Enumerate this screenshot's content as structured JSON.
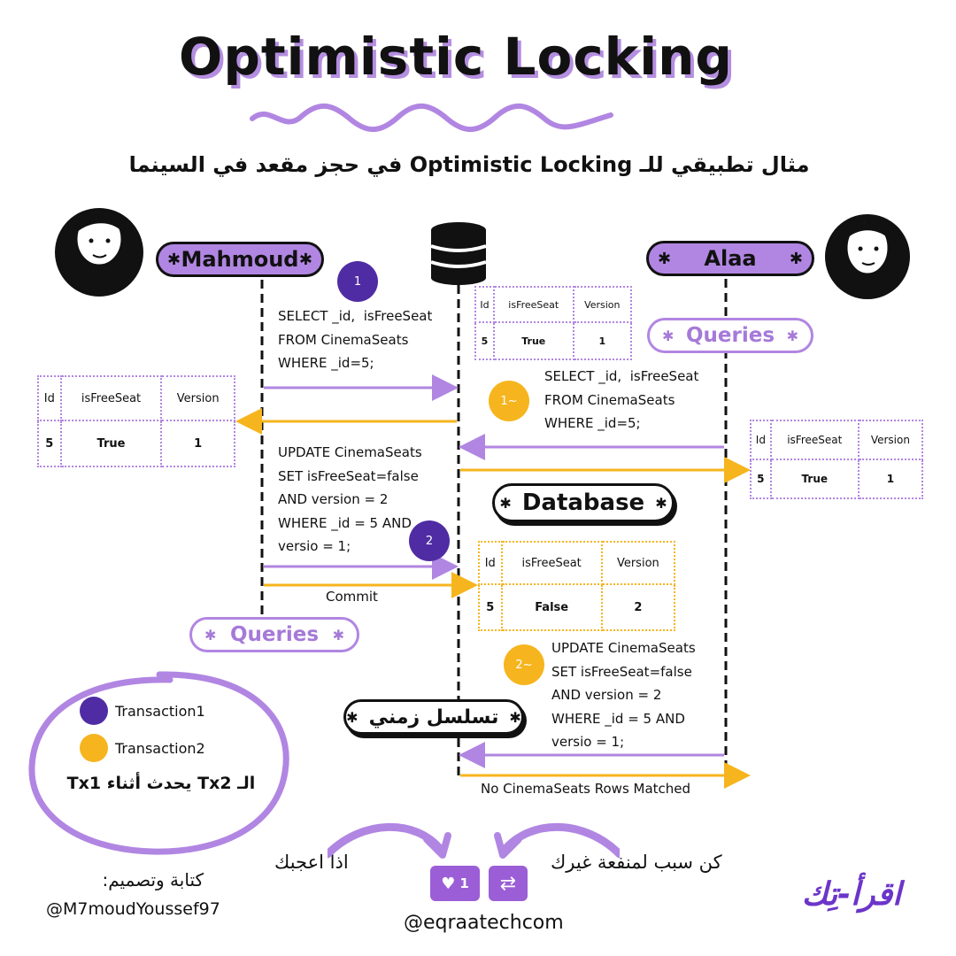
{
  "title": "Optimistic Locking",
  "subtitle": "مثال تطبيقي للـ Optimistic Locking في حجز مقعد في السينما",
  "actors": {
    "left": "Mahmoud",
    "right": "Alaa"
  },
  "labels": {
    "queries": "Queries",
    "database": "Database",
    "timeline": "تسلسل زمني",
    "commit": "Commit",
    "no_rows": "No CinemaSeats Rows Matched"
  },
  "steps": {
    "tx1_read": "1",
    "tx1_update": "2",
    "tx2_read": "1~",
    "tx2_update": "2~"
  },
  "tx1_select": "SELECT _id,  isFreeSeat\nFROM CinemaSeats\nWHERE _id=5;",
  "tx1_update": "UPDATE CinemaSeats\nSET isFreeSeat=false\nAND version = 2\nWHERE _id = 5 AND\nversio = 1;",
  "tx2_select": "SELECT _id,  isFreeSeat\nFROM CinemaSeats\nWHERE _id=5;",
  "tx2_update": "UPDATE CinemaSeats\nSET isFreeSeat=false\nAND version = 2\nWHERE _id = 5 AND\nversio = 1;",
  "table_headers": [
    "Id",
    "isFreeSeat",
    "Version"
  ],
  "table_initial": [
    "5",
    "True",
    "1"
  ],
  "table_updated": [
    "5",
    "False",
    "2"
  ],
  "legend": {
    "tx1": "Transaction1",
    "tx2": "Transaction2",
    "note": "الـ Tx2 يحدث أثناء Tx1"
  },
  "footer": {
    "author_label": "كتابة وتصميم:",
    "author_handle": "@M7moudYoussef97",
    "like_text": "اذا اعجبك",
    "share_text": "كن سبب لمنفعة غيرك",
    "like_count": "1",
    "site_handle": "@eqraatechcom",
    "logo_text": "اقرأ-تِك"
  },
  "colors": {
    "purple": "#b186e2",
    "dark_purple": "#4f2ca3",
    "yellow": "#f6b51e"
  }
}
